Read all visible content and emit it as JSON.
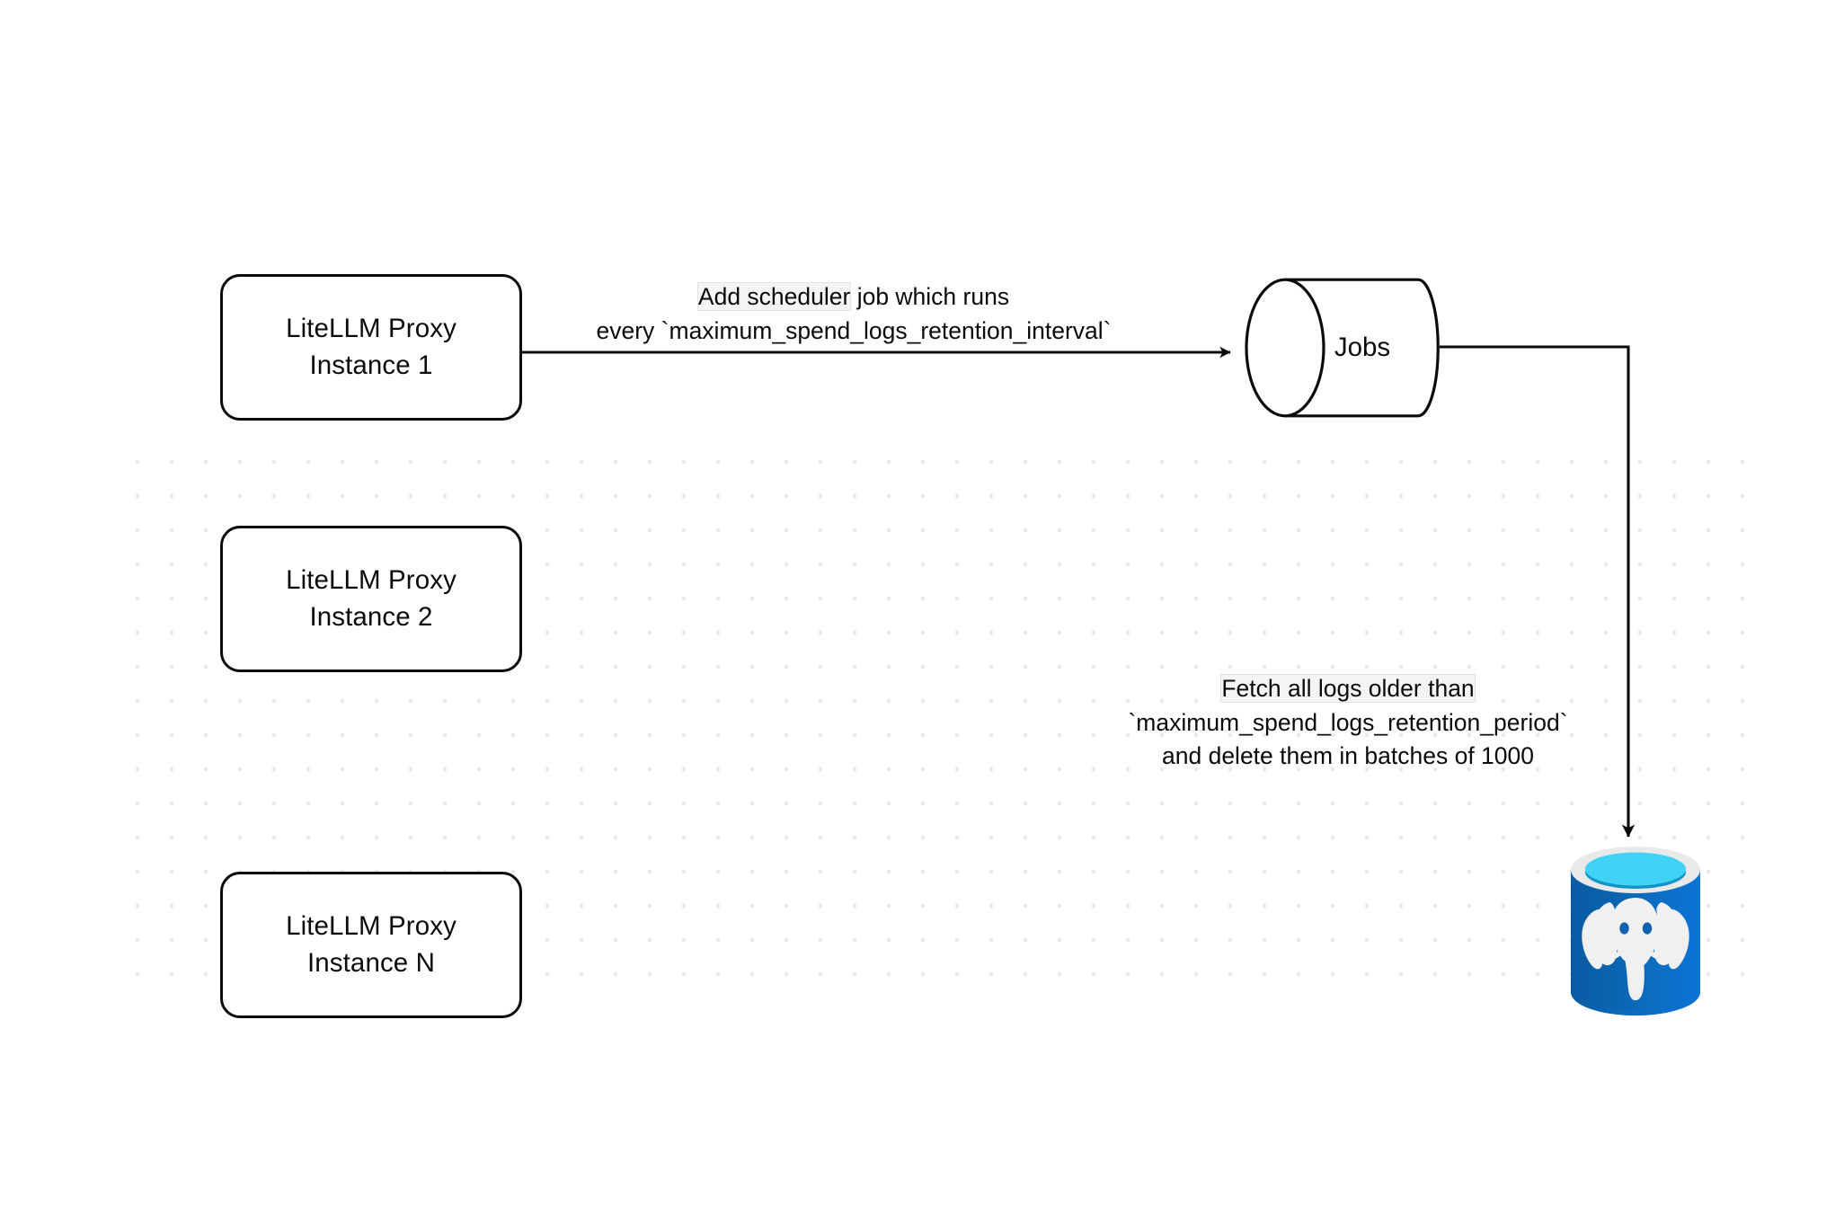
{
  "diagram": {
    "title": "LiteLLM spend logs retention scheduler flow",
    "background_color": "#ffffff",
    "dot_grid_color": "#e9e9e9",
    "stroke_color": "#0b0b0b"
  },
  "nodes": {
    "proxy_1": {
      "line1": "LiteLLM Proxy",
      "line2": "Instance 1"
    },
    "proxy_2": {
      "line1": "LiteLLM Proxy",
      "line2": "Instance 2"
    },
    "proxy_n": {
      "line1": "LiteLLM Proxy",
      "line2": "Instance N"
    },
    "jobs": {
      "label": "Jobs",
      "shape": "cylinder"
    },
    "postgres": {
      "label": "",
      "icon": "postgresql-database-icon",
      "brand_color": "#0b6fc8",
      "rim_color": "#e8e8e8",
      "top_color": "#3fd2f5"
    }
  },
  "edges": {
    "scheduler": {
      "line1_pre": "Add scheduler",
      "line1_post": " job which runs",
      "line2": "every `maximum_spend_logs_retention_interval`"
    },
    "cleanup": {
      "line1": "Fetch all logs older than",
      "line2": "`maximum_spend_logs_retention_period`",
      "line3": "and delete them in batches of 1000"
    }
  }
}
